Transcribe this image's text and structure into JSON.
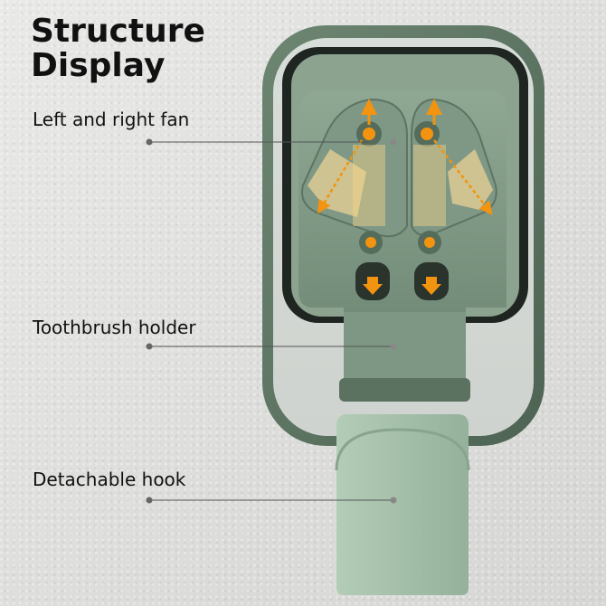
{
  "title": {
    "line1": "Structure",
    "line2": "Display"
  },
  "labels": {
    "fan": "Left and right fan",
    "holder": "Toothbrush holder",
    "hook": "Detachable hook"
  },
  "colors": {
    "frame": "#5c7462",
    "panel": "#7f9886",
    "hook": "#a6c0ab",
    "arrow": "#f2940f"
  }
}
